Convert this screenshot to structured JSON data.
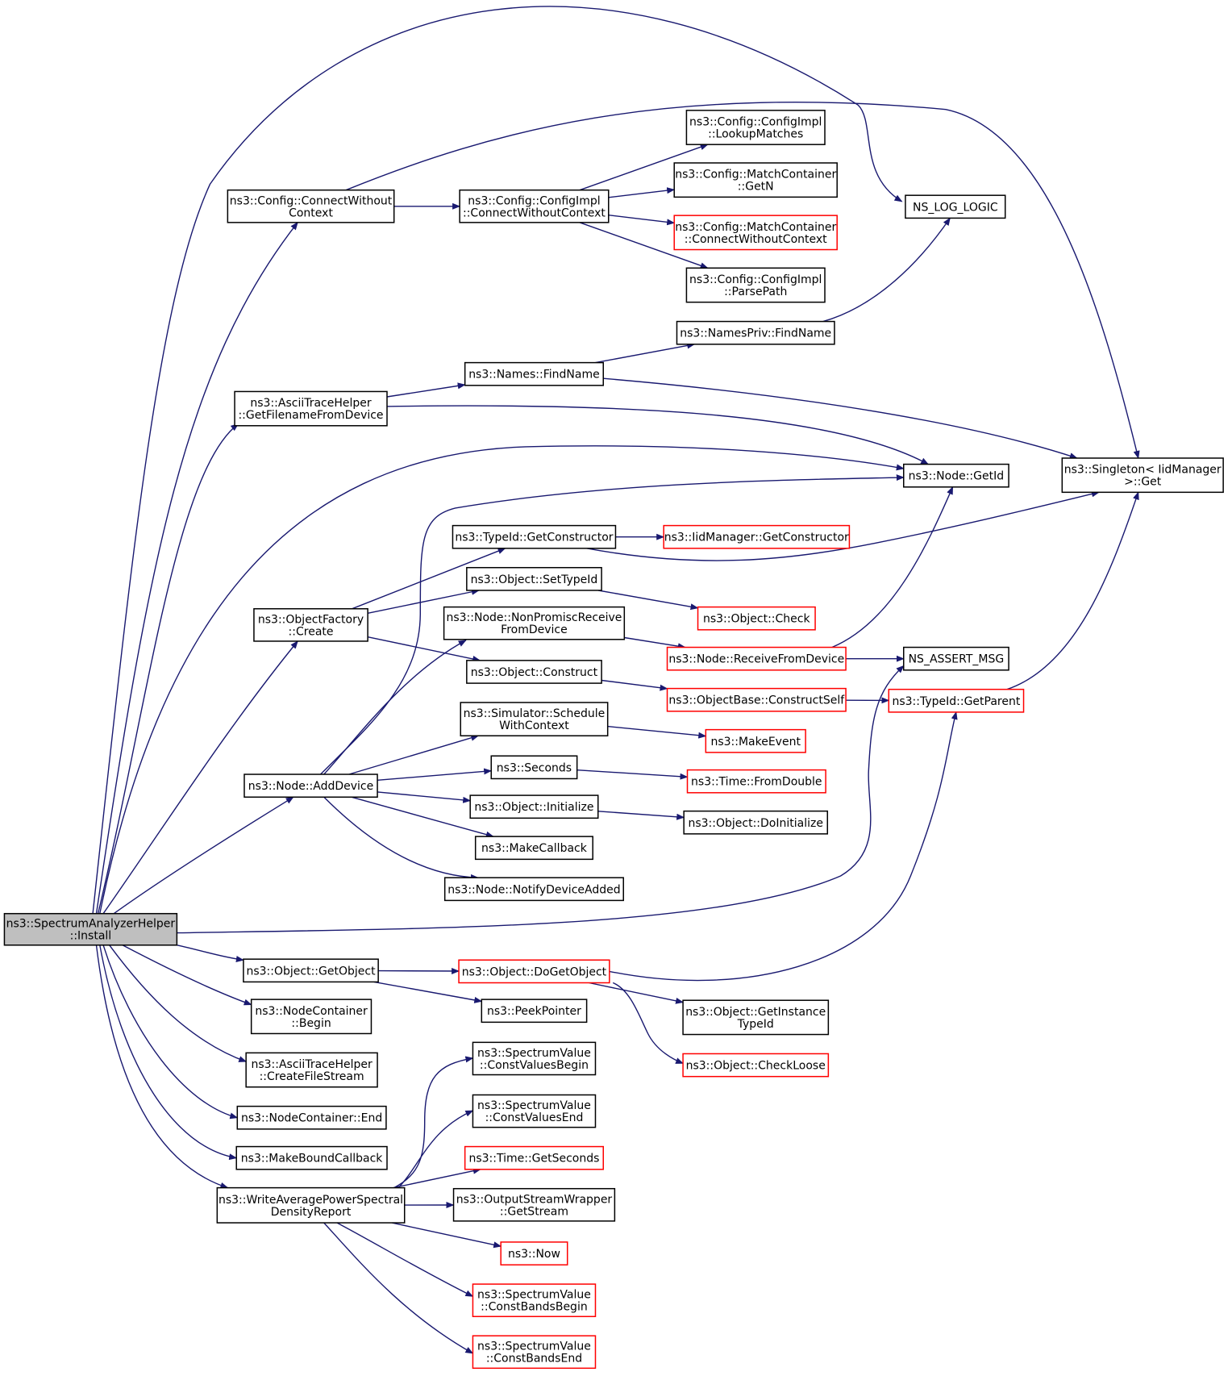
{
  "colors": {
    "edge": "#191970",
    "node_border": "#000000",
    "node_border_highlight": "#ff0000",
    "root_fill": "#bfbfbf"
  },
  "nodes": [
    {
      "id": "install",
      "lines": [
        "ns3::SpectrumAnalyzerHelper",
        "::Install"
      ],
      "style": "root"
    },
    {
      "id": "cwc",
      "lines": [
        "ns3::Config::ConnectWithout",
        "Context"
      ],
      "style": "black"
    },
    {
      "id": "ascii_fn",
      "lines": [
        "ns3::AsciiTraceHelper",
        "::GetFilenameFromDevice"
      ],
      "style": "black"
    },
    {
      "id": "objfact",
      "lines": [
        "ns3::ObjectFactory",
        "::Create"
      ],
      "style": "black"
    },
    {
      "id": "adddev",
      "lines": [
        "ns3::Node::AddDevice"
      ],
      "style": "black"
    },
    {
      "id": "getobj",
      "lines": [
        "ns3::Object::GetObject"
      ],
      "style": "black"
    },
    {
      "id": "nc_begin",
      "lines": [
        "ns3::NodeContainer",
        "::Begin"
      ],
      "style": "black"
    },
    {
      "id": "ascii_cfs",
      "lines": [
        "ns3::AsciiTraceHelper",
        "::CreateFileStream"
      ],
      "style": "black"
    },
    {
      "id": "nc_end",
      "lines": [
        "ns3::NodeContainer::End"
      ],
      "style": "black"
    },
    {
      "id": "mbc",
      "lines": [
        "ns3::MakeBoundCallback"
      ],
      "style": "black"
    },
    {
      "id": "wapsd",
      "lines": [
        "ns3::WriteAveragePowerSpectral",
        "DensityReport"
      ],
      "style": "black"
    },
    {
      "id": "ci_cwc",
      "lines": [
        "ns3::Config::ConfigImpl",
        "::ConnectWithoutContext"
      ],
      "style": "black"
    },
    {
      "id": "names_fn",
      "lines": [
        "ns3::Names::FindName"
      ],
      "style": "black"
    },
    {
      "id": "tid_gc",
      "lines": [
        "ns3::TypeId::GetConstructor"
      ],
      "style": "black"
    },
    {
      "id": "obj_settid",
      "lines": [
        "ns3::Object::SetTypeId"
      ],
      "style": "black"
    },
    {
      "id": "node_nprfd",
      "lines": [
        "ns3::Node::NonPromiscReceive",
        "FromDevice"
      ],
      "style": "black"
    },
    {
      "id": "obj_construct",
      "lines": [
        "ns3::Object::Construct"
      ],
      "style": "black"
    },
    {
      "id": "sim_swc",
      "lines": [
        "ns3::Simulator::Schedule",
        "WithContext"
      ],
      "style": "black"
    },
    {
      "id": "seconds",
      "lines": [
        "ns3::Seconds"
      ],
      "style": "black"
    },
    {
      "id": "obj_init",
      "lines": [
        "ns3::Object::Initialize"
      ],
      "style": "black"
    },
    {
      "id": "makecb",
      "lines": [
        "ns3::MakeCallback"
      ],
      "style": "black"
    },
    {
      "id": "node_nda",
      "lines": [
        "ns3::Node::NotifyDeviceAdded"
      ],
      "style": "black"
    },
    {
      "id": "obj_dgo",
      "lines": [
        "ns3::Object::DoGetObject"
      ],
      "style": "red"
    },
    {
      "id": "peekptr",
      "lines": [
        "ns3::PeekPointer"
      ],
      "style": "black"
    },
    {
      "id": "sv_cvb",
      "lines": [
        "ns3::SpectrumValue",
        "::ConstValuesBegin"
      ],
      "style": "black"
    },
    {
      "id": "sv_cve",
      "lines": [
        "ns3::SpectrumValue",
        "::ConstValuesEnd"
      ],
      "style": "black"
    },
    {
      "id": "time_gs",
      "lines": [
        "ns3::Time::GetSeconds"
      ],
      "style": "red"
    },
    {
      "id": "osw_gs",
      "lines": [
        "ns3::OutputStreamWrapper",
        "::GetStream"
      ],
      "style": "black"
    },
    {
      "id": "now",
      "lines": [
        "ns3::Now"
      ],
      "style": "red"
    },
    {
      "id": "sv_cbb",
      "lines": [
        "ns3::SpectrumValue",
        "::ConstBandsBegin"
      ],
      "style": "red"
    },
    {
      "id": "sv_cbe",
      "lines": [
        "ns3::SpectrumValue",
        "::ConstBandsEnd"
      ],
      "style": "red"
    },
    {
      "id": "ci_lm",
      "lines": [
        "ns3::Config::ConfigImpl",
        "::LookupMatches"
      ],
      "style": "black"
    },
    {
      "id": "mc_getn",
      "lines": [
        "ns3::Config::MatchContainer",
        "::GetN"
      ],
      "style": "black"
    },
    {
      "id": "mc_cwc",
      "lines": [
        "ns3::Config::MatchContainer",
        "::ConnectWithoutContext"
      ],
      "style": "red"
    },
    {
      "id": "ci_pp",
      "lines": [
        "ns3::Config::ConfigImpl",
        "::ParsePath"
      ],
      "style": "black"
    },
    {
      "id": "np_fn",
      "lines": [
        "ns3::NamesPriv::FindName"
      ],
      "style": "black"
    },
    {
      "id": "iid_gc",
      "lines": [
        "ns3::IidManager::GetConstructor"
      ],
      "style": "red"
    },
    {
      "id": "obj_check",
      "lines": [
        "ns3::Object::Check"
      ],
      "style": "red"
    },
    {
      "id": "node_rfd",
      "lines": [
        "ns3::Node::ReceiveFromDevice"
      ],
      "style": "red"
    },
    {
      "id": "ob_cs",
      "lines": [
        "ns3::ObjectBase::ConstructSelf"
      ],
      "style": "red"
    },
    {
      "id": "makeevent",
      "lines": [
        "ns3::MakeEvent"
      ],
      "style": "red"
    },
    {
      "id": "time_fd",
      "lines": [
        "ns3::Time::FromDouble"
      ],
      "style": "red"
    },
    {
      "id": "obj_doinit",
      "lines": [
        "ns3::Object::DoInitialize"
      ],
      "style": "black"
    },
    {
      "id": "obj_git",
      "lines": [
        "ns3::Object::GetInstance",
        "TypeId"
      ],
      "style": "black"
    },
    {
      "id": "obj_cl",
      "lines": [
        "ns3::Object::CheckLoose"
      ],
      "style": "red"
    },
    {
      "id": "ns_log",
      "lines": [
        "NS_LOG_LOGIC"
      ],
      "style": "black"
    },
    {
      "id": "node_getid",
      "lines": [
        "ns3::Node::GetId"
      ],
      "style": "black"
    },
    {
      "id": "ns_assert",
      "lines": [
        "NS_ASSERT_MSG"
      ],
      "style": "black"
    },
    {
      "id": "tid_gp",
      "lines": [
        "ns3::TypeId::GetParent"
      ],
      "style": "red"
    },
    {
      "id": "singleton",
      "lines": [
        "ns3::Singleton< IidManager",
        "&gt;::Get"
      ],
      "style": "black"
    }
  ],
  "edges": [
    [
      "install",
      "ns_log"
    ],
    [
      "install",
      "cwc"
    ],
    [
      "install",
      "ascii_fn"
    ],
    [
      "install",
      "node_getid"
    ],
    [
      "install",
      "objfact"
    ],
    [
      "install",
      "adddev"
    ],
    [
      "install",
      "ns_assert"
    ],
    [
      "install",
      "getobj"
    ],
    [
      "install",
      "nc_begin"
    ],
    [
      "install",
      "ascii_cfs"
    ],
    [
      "install",
      "nc_end"
    ],
    [
      "install",
      "mbc"
    ],
    [
      "install",
      "wapsd"
    ],
    [
      "cwc",
      "ci_cwc"
    ],
    [
      "cwc",
      "singleton"
    ],
    [
      "ci_cwc",
      "ci_lm"
    ],
    [
      "ci_cwc",
      "mc_getn"
    ],
    [
      "ci_cwc",
      "mc_cwc"
    ],
    [
      "ci_cwc",
      "ci_pp"
    ],
    [
      "ascii_fn",
      "names_fn"
    ],
    [
      "ascii_fn",
      "node_getid"
    ],
    [
      "names_fn",
      "np_fn"
    ],
    [
      "names_fn",
      "singleton"
    ],
    [
      "np_fn",
      "ns_log"
    ],
    [
      "objfact",
      "tid_gc"
    ],
    [
      "objfact",
      "obj_settid"
    ],
    [
      "objfact",
      "obj_construct"
    ],
    [
      "tid_gc",
      "iid_gc"
    ],
    [
      "tid_gc",
      "singleton"
    ],
    [
      "obj_settid",
      "obj_check"
    ],
    [
      "obj_construct",
      "ob_cs"
    ],
    [
      "node_nprfd",
      "node_rfd"
    ],
    [
      "node_rfd",
      "ns_assert"
    ],
    [
      "node_rfd",
      "node_getid"
    ],
    [
      "ob_cs",
      "tid_gp"
    ],
    [
      "tid_gp",
      "singleton"
    ],
    [
      "adddev",
      "node_getid"
    ],
    [
      "adddev",
      "node_nprfd"
    ],
    [
      "adddev",
      "sim_swc"
    ],
    [
      "adddev",
      "seconds"
    ],
    [
      "adddev",
      "obj_init"
    ],
    [
      "adddev",
      "makecb"
    ],
    [
      "adddev",
      "node_nda"
    ],
    [
      "sim_swc",
      "makeevent"
    ],
    [
      "seconds",
      "time_fd"
    ],
    [
      "obj_init",
      "obj_doinit"
    ],
    [
      "getobj",
      "obj_dgo"
    ],
    [
      "getobj",
      "peekptr"
    ],
    [
      "obj_dgo",
      "obj_git"
    ],
    [
      "obj_dgo",
      "obj_cl"
    ],
    [
      "obj_dgo",
      "tid_gp"
    ],
    [
      "wapsd",
      "sv_cvb"
    ],
    [
      "wapsd",
      "sv_cve"
    ],
    [
      "wapsd",
      "time_gs"
    ],
    [
      "wapsd",
      "osw_gs"
    ],
    [
      "wapsd",
      "now"
    ],
    [
      "wapsd",
      "sv_cbb"
    ],
    [
      "wapsd",
      "sv_cbe"
    ]
  ]
}
